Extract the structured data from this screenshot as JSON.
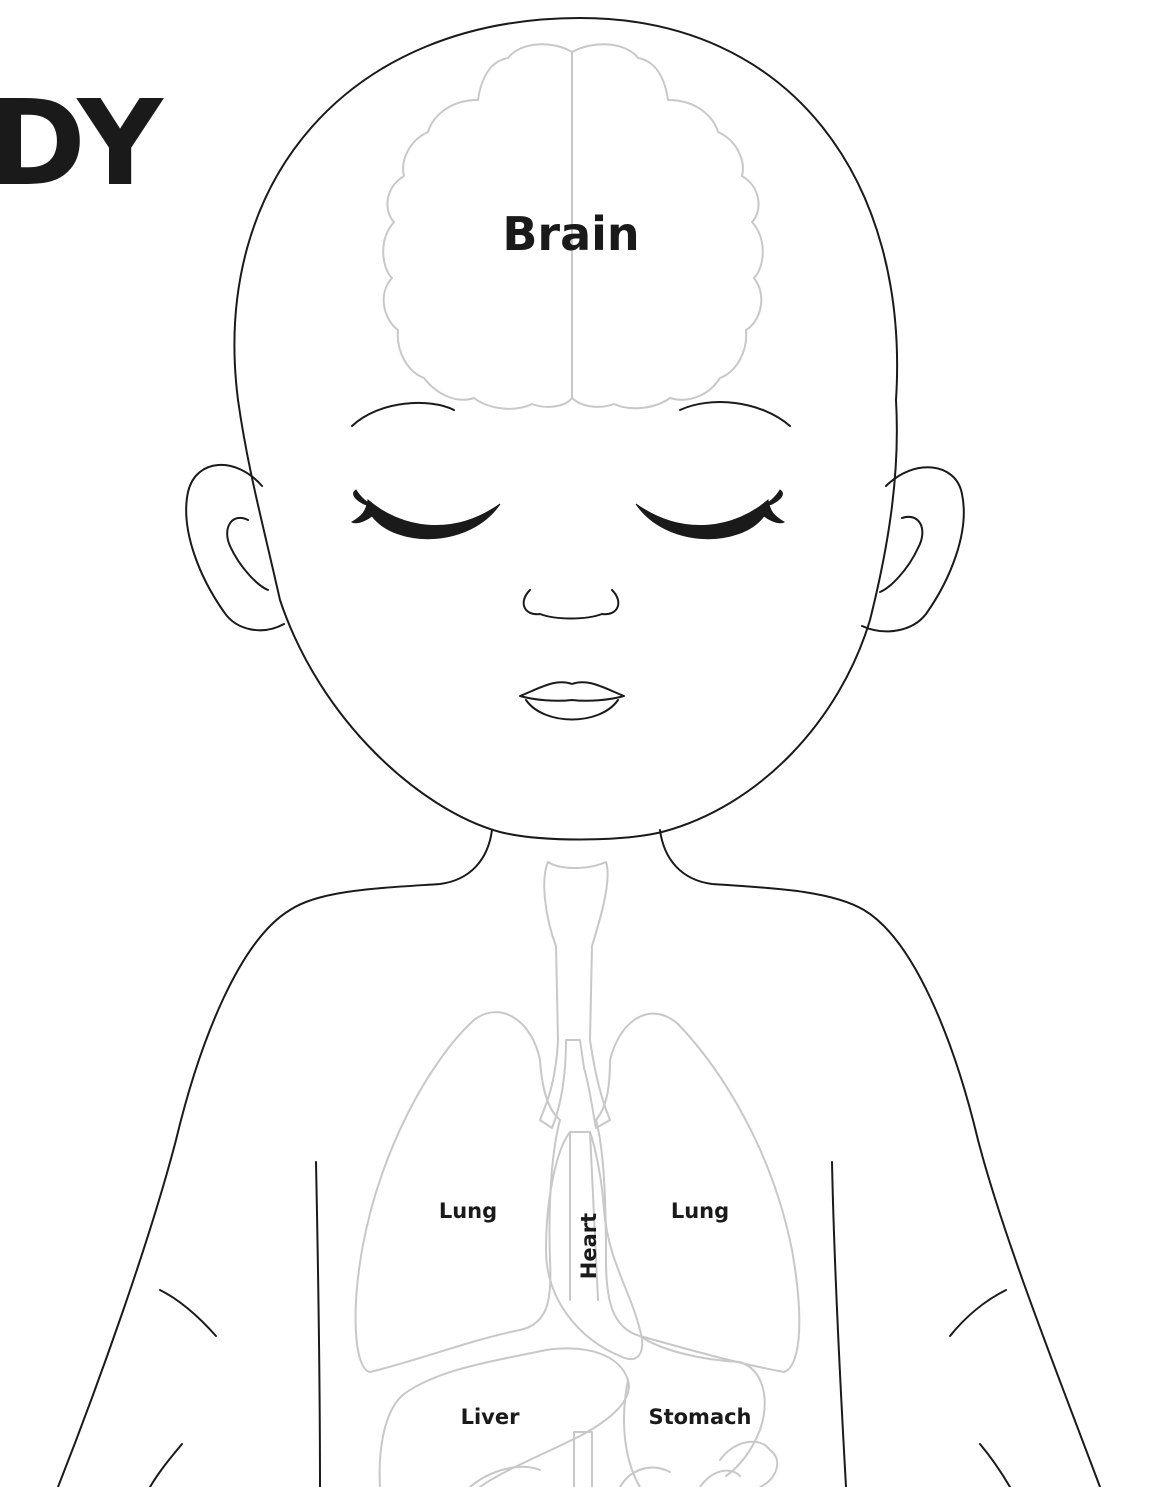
{
  "title": "DY",
  "labels": {
    "brain": "Brain",
    "lung_left": "Lung",
    "lung_right": "Lung",
    "heart": "Heart",
    "liver": "Liver",
    "stomach": "Stomach"
  },
  "colors": {
    "outline": "#1a1a1a",
    "organ": "#c8c8c8",
    "background": "#ffffff"
  }
}
